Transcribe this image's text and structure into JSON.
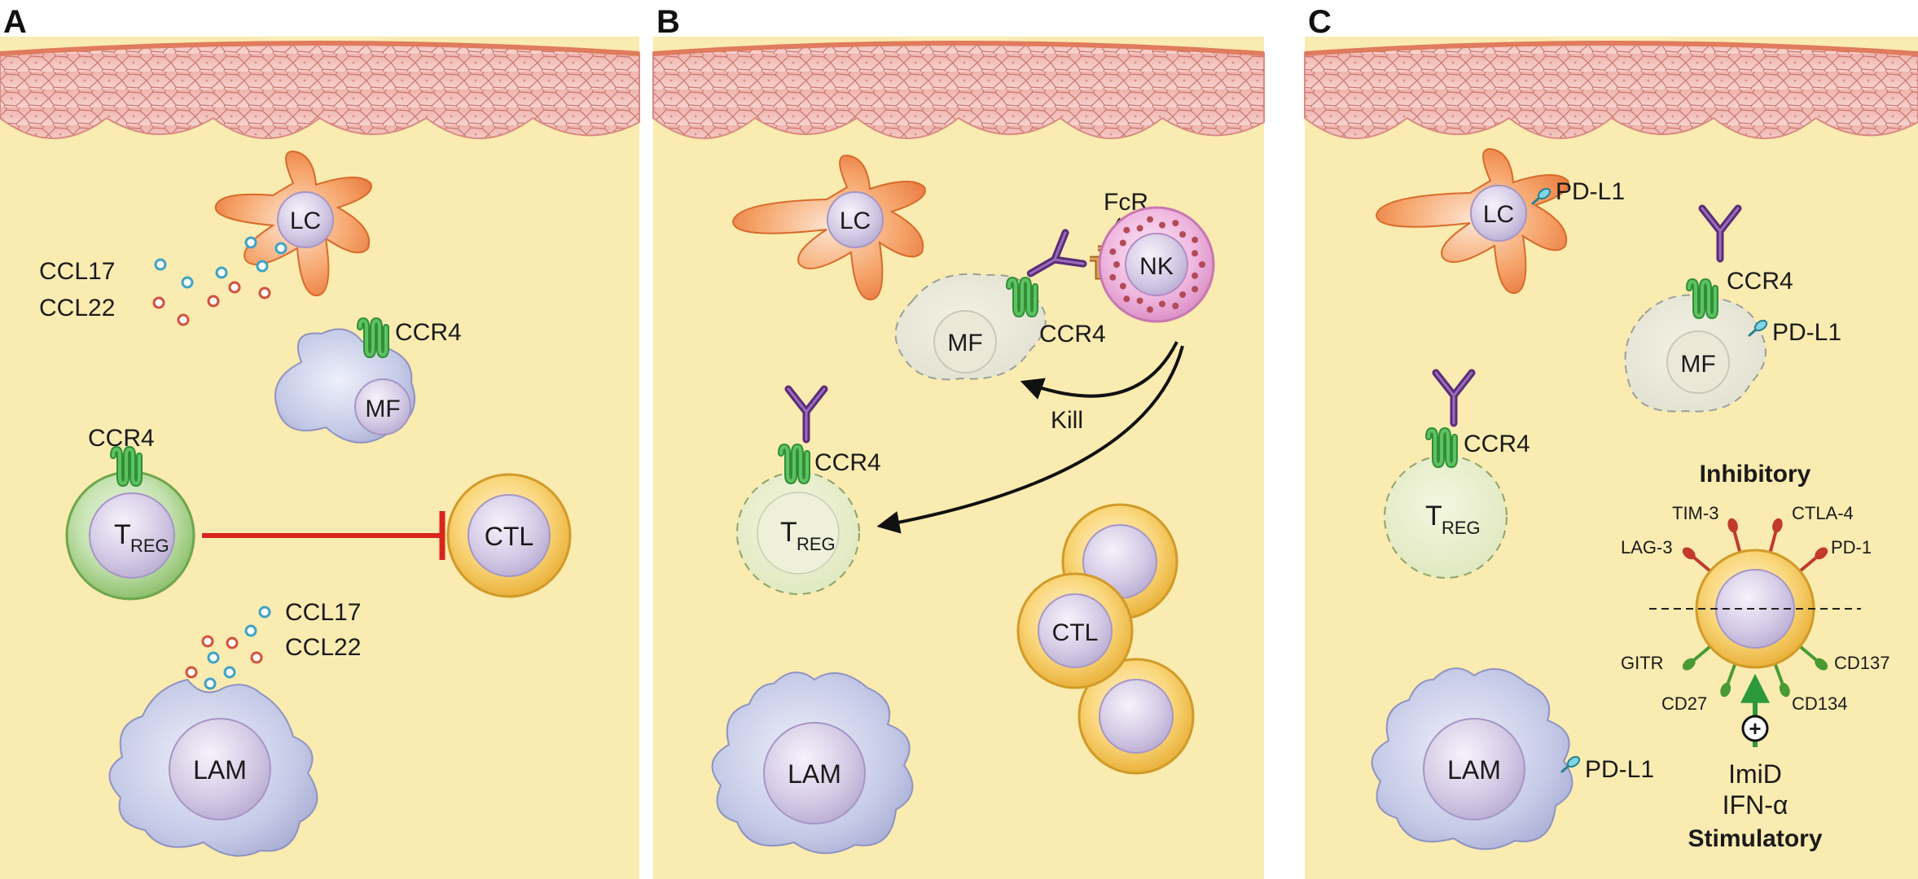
{
  "panels": [
    {
      "letter": "A",
      "labels": {
        "lc": "LC",
        "ccl17_top": "CCL17",
        "ccl22_top": "CCL22",
        "ccr4_mf": "CCR4",
        "mf": "MF",
        "ccr4_treg": "CCR4",
        "treg_main": "T",
        "treg_sub": "REG",
        "ctl": "CTL",
        "ccl17_bottom": "CCL17",
        "ccl22_bottom": "CCL22",
        "lam": "LAM"
      }
    },
    {
      "letter": "B",
      "labels": {
        "lc": "LC",
        "fcr": "FcR",
        "nk": "NK",
        "mf": "MF",
        "ccr4_mf": "CCR4",
        "kill": "Kill",
        "ccr4_treg": "CCR4",
        "treg_main": "T",
        "treg_sub": "REG",
        "ctl": "CTL",
        "lam": "LAM"
      }
    },
    {
      "letter": "C",
      "labels": {
        "lc": "LC",
        "pdl1_lc": "PD-L1",
        "ccr4_mf": "CCR4",
        "pdl1_mf": "PD-L1",
        "mf": "MF",
        "ccr4_treg": "CCR4",
        "treg_main": "T",
        "treg_sub": "REG",
        "inhibitory": "Inhibitory",
        "tim3": "TIM-3",
        "ctla4": "CTLA-4",
        "lag3": "LAG-3",
        "pd1": "PD-1",
        "gitr": "GITR",
        "cd137": "CD137",
        "cd27": "CD27",
        "cd134": "CD134",
        "plus": "+",
        "imid": "ImiD",
        "ifn": "IFN-α",
        "stimulatory": "Stimulatory",
        "lam": "LAM",
        "pdl1_lam": "PD-L1"
      }
    }
  ],
  "colors": {
    "background": "#faebb0",
    "skin": "#f3c4c0",
    "skin_line": "#cf7f79",
    "dendritic": "#f19a62",
    "mf_cell": "#c5cbe6",
    "treg_cell": "#a6d08a",
    "ctl_cell": "#f3c14e",
    "nk_cell": "#e9a7d7",
    "receptor": "#3fae47",
    "antibody": "#6e3b8f",
    "inhibit_line": "#d9261c",
    "pdl1": "#4bbcd1",
    "ccl17_dot": "#5ab7d6",
    "ccl22_dot": "#d85a47"
  }
}
